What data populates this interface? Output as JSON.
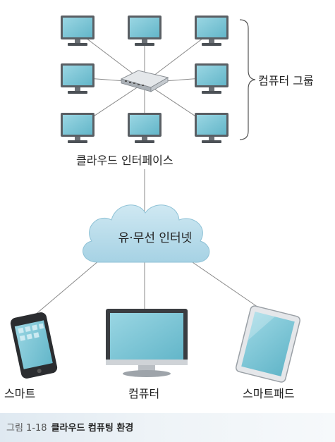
{
  "group_label": "컴퓨터 그룹",
  "interface_label": "클라우드 인터페이스",
  "cloud_label": "유·무선 인터넷",
  "devices": [
    {
      "label": "스마트",
      "icon": "smartphone-icon"
    },
    {
      "label": "컴퓨터",
      "icon": "monitor-icon"
    },
    {
      "label": "스마트패드",
      "icon": "tablet-icon"
    }
  ],
  "caption": {
    "number": "그림 1-18",
    "title": "클라우드 컴퓨팅 환경"
  },
  "colors": {
    "screen": "#7ec9d9",
    "frame": "#555a5f",
    "cloud": "#b7dcea",
    "line": "#7a7a7a"
  }
}
